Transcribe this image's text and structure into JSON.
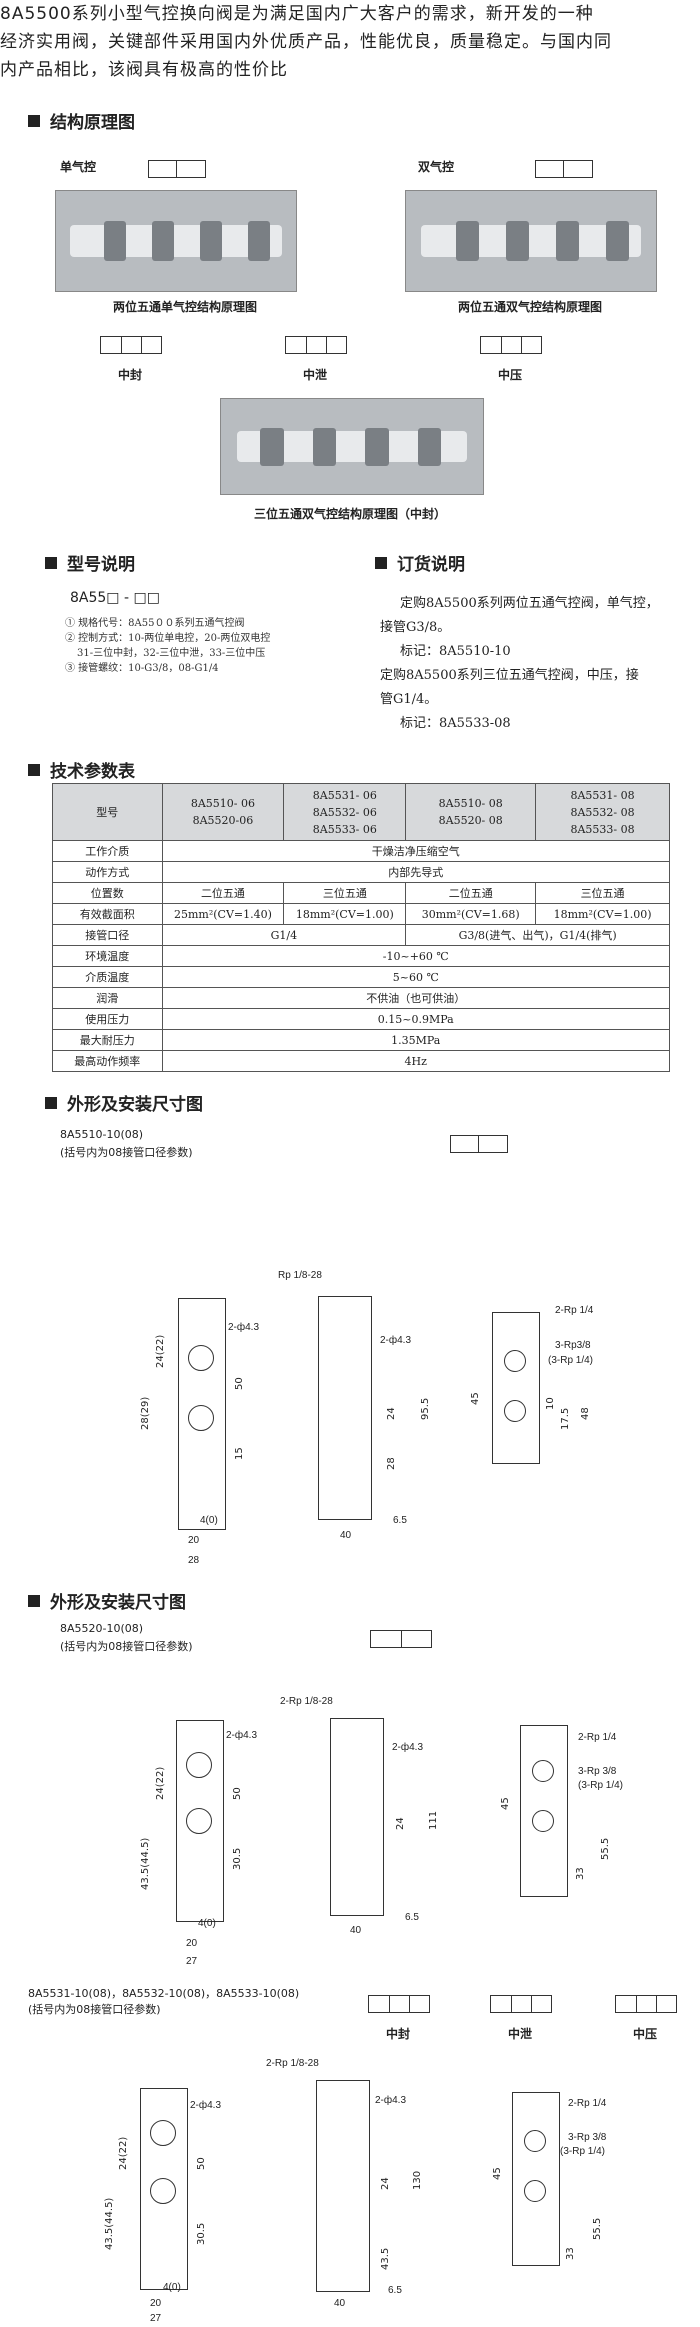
{
  "intro": {
    "line1": "8A5500系列小型气控换向阀是为满足国内广大客户的需求，新开发的一种",
    "line2": "经济实用阀，关键部件采用国内外优质产品，性能优良，质量稳定。与国内同",
    "line3": "内产品相比，该阀具有极高的性价比"
  },
  "principle": {
    "title": "结构原理图",
    "single_label": "单气控",
    "double_label": "双气控",
    "cap_single": "两位五通单气控结构原理图",
    "cap_double": "两位五通双气控结构原理图",
    "mid_closed": "中封",
    "mid_exhaust": "中泄",
    "mid_pressure": "中压",
    "cap_three": "三位五通双气控结构原理图（中封）"
  },
  "model": {
    "title": "型号说明",
    "code": "8A55□ - □□",
    "item1": "① 规格代号：8A55００系列五通气控阀",
    "item2a": "② 控制方式：10-两位单电控，20-两位双电控",
    "item2b": "31-三位中封，32-三位中泄，33-三位中压",
    "item3": "③ 接管螺纹：10-G3/8，08-G1/4"
  },
  "order": {
    "title": "订货说明",
    "p1a": "定购8A5500系列两位五通气控阀，单气控，",
    "p1b": "接管G3/8。",
    "p1c": "标记：8A5510-10",
    "p2a": "定购8A5500系列三位五通气控阀，中压，接",
    "p2b": "管G1/4。",
    "p2c": "标记：8A5533-08"
  },
  "specs": {
    "title": "技术参数表",
    "header": [
      "型号",
      "8A5510- 06\n8A5520-06",
      "8A5531- 06\n8A5532- 06\n8A5533- 06",
      "8A5510- 08\n8A5520- 08",
      "8A5531- 08\n8A5532- 08\n8A5533- 08"
    ],
    "medium_label": "工作介质",
    "medium_val": "干燥洁净压缩空气",
    "action_label": "动作方式",
    "action_val": "内部先导式",
    "pos_label": "位置数",
    "pos_vals": [
      "二位五通",
      "三位五通",
      "二位五通",
      "三位五通"
    ],
    "area_label": "有效截面积",
    "area_vals": [
      "25mm²(CV=1.40)",
      "18mm²(CV=1.00)",
      "30mm²(CV=1.68)",
      "18mm²(CV=1.00)"
    ],
    "port_label": "接管口径",
    "port_val1": "G1/4",
    "port_val2": "G3/8(进气、出气)，G1/4(排气)",
    "env_label": "环境温度",
    "env_val": "-10~+60 ℃",
    "medtemp_label": "介质温度",
    "medtemp_val": "5~60 ℃",
    "lube_label": "润滑",
    "lube_val": "不供油（也可供油）",
    "press_label": "使用压力",
    "press_val": "0.15~0.9MPa",
    "maxp_label": "最大耐压力",
    "maxp_val": "1.35MPa",
    "freq_label": "最高动作频率",
    "freq_val": "4Hz"
  },
  "dim1": {
    "title": "外形及安装尺寸图",
    "model": "8A5510-10(08)",
    "note": "(括号内为08接管口径参数)",
    "rp_top": "Rp 1/8-28",
    "hole": "2-ф4.3",
    "rp_side": "2-Rp 1/4",
    "rp_port": "3-Rp3/8",
    "rp_port2": "(3-Rp 1/4)",
    "d50": "50",
    "d24_22": "24(22)",
    "d28_29": "28(29)",
    "d15": "15",
    "d4": "4(0)",
    "d20": "20",
    "d28": "28",
    "d24": "24",
    "d28b": "28",
    "d95": "95.5",
    "d40": "40",
    "d65": "6.5",
    "d45": "45",
    "d10": "10",
    "d175": "17.5",
    "d48": "48"
  },
  "dim2": {
    "title": "外形及安装尺寸图",
    "model": "8A5520-10(08)",
    "note": "(括号内为08接管口径参数)",
    "rp_top": "2-Rp 1/8-28",
    "hole": "2-ф4.3",
    "rp_side": "2-Rp 1/4",
    "rp_port": "3-Rp 3/8",
    "rp_port2": "(3-Rp 1/4)",
    "d50": "50",
    "d24_22": "24(22)",
    "d43": "43.5(44.5)",
    "d305": "30.5",
    "d4": "4(0)",
    "d20": "20",
    "d27": "27",
    "d24": "24",
    "d111": "111",
    "d40": "40",
    "d65": "6.5",
    "d45": "45",
    "d33": "33",
    "d555": "55.5"
  },
  "dim3": {
    "model": "8A5531-10(08)，8A5532-10(08)，8A5533-10(08)",
    "note": "(括号内为08接管口径参数)",
    "mid_closed": "中封",
    "mid_exhaust": "中泄",
    "mid_pressure": "中压",
    "rp_top": "2-Rp 1/8-28",
    "hole": "2-ф4.3",
    "rp_side": "2-Rp 1/4",
    "rp_port": "3-Rp 3/8",
    "rp_port2": "(3-Rp 1/4)",
    "d50": "50",
    "d24_22": "24(22)",
    "d43": "43.5(44.5)",
    "d305": "30.5",
    "d4": "4(0)",
    "d20": "20",
    "d27": "27",
    "d24": "24",
    "d130": "130",
    "d435": "43.5",
    "d40": "40",
    "d65": "6.5",
    "d45": "45",
    "d33": "33",
    "d555": "55.5"
  }
}
